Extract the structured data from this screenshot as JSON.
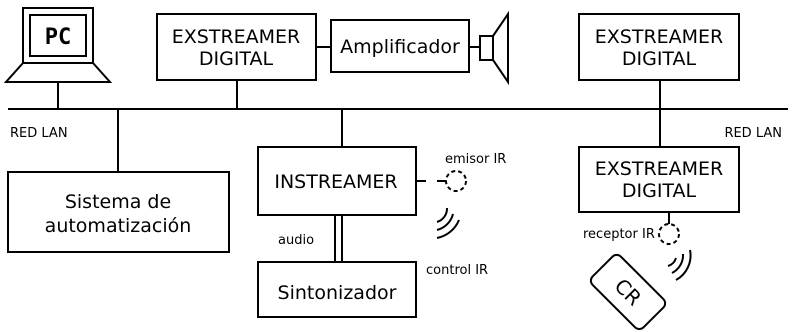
{
  "network_label_left": "RED LAN",
  "network_label_right": "RED LAN",
  "pc": {
    "label": "PC"
  },
  "exstreamer_top_left": {
    "line1": "EXSTREAMER",
    "line2": "DIGITAL"
  },
  "amplifier": {
    "label": "Amplificador"
  },
  "exstreamer_top_right": {
    "line1": "EXSTREAMER",
    "line2": "DIGITAL"
  },
  "automation": {
    "line1": "Sistema de",
    "line2": "automatización"
  },
  "instreamer": {
    "label": "INSTREAMER"
  },
  "ir_emitter": {
    "label": "emisor IR"
  },
  "audio_link": {
    "label": "audio"
  },
  "tuner": {
    "label": "Sintonizador"
  },
  "ir_control": {
    "label": "control IR"
  },
  "exstreamer_bottom_right": {
    "line1": "EXSTREAMER",
    "line2": "DIGITAL"
  },
  "ir_receiver": {
    "label": "receptor IR"
  },
  "remote": {
    "label": "CR"
  }
}
